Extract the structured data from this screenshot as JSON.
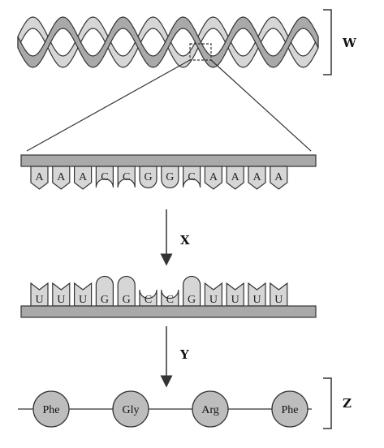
{
  "labels": {
    "dna": "W",
    "transcription": "X",
    "translation": "Y",
    "protein": "Z"
  },
  "dna_strand": {
    "bases": [
      "A",
      "A",
      "A",
      "C",
      "C",
      "G",
      "G",
      "C",
      "A",
      "A",
      "A",
      "A"
    ]
  },
  "mrna_strand": {
    "bases": [
      "U",
      "U",
      "U",
      "G",
      "G",
      "C",
      "C",
      "G",
      "U",
      "U",
      "U",
      "U"
    ]
  },
  "polypeptide": {
    "amino_acids": [
      "Phe",
      "Gly",
      "Arg",
      "Phe"
    ]
  },
  "colors": {
    "strand": "#a9a9a9",
    "strand_light": "#d6d6d6",
    "outline": "#333333",
    "bead": "#bdbdbd"
  }
}
